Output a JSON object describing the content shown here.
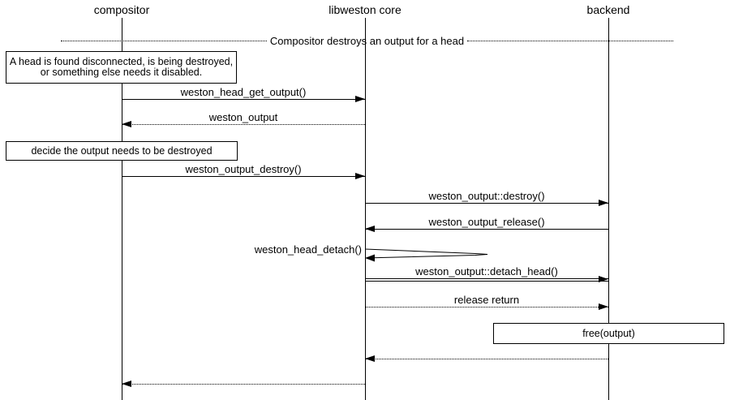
{
  "diagram": {
    "divider_title": "Compositor destroys an output for a head",
    "actors": [
      {
        "name": "compositor"
      },
      {
        "name": "libweston core"
      },
      {
        "name": "backend"
      }
    ],
    "notes": [
      {
        "text": "A head is found disconnected, is being destroyed, or something else needs it disabled."
      },
      {
        "text": "decide the output needs to be destroyed"
      },
      {
        "text": "free(output)"
      }
    ],
    "messages": [
      {
        "label": "weston_head_get_output()",
        "from": "compositor",
        "to": "libweston core",
        "line": "solid"
      },
      {
        "label": "weston_output",
        "from": "libweston core",
        "to": "compositor",
        "line": "dotted"
      },
      {
        "label": "weston_output_destroy()",
        "from": "compositor",
        "to": "libweston core",
        "line": "solid"
      },
      {
        "label": "weston_output::destroy()",
        "from": "libweston core",
        "to": "backend",
        "line": "solid"
      },
      {
        "label": "weston_output_release()",
        "from": "backend",
        "to": "libweston core",
        "line": "solid"
      },
      {
        "label": "weston_head_detach()",
        "from": "libweston core",
        "to": "libweston core",
        "line": "self"
      },
      {
        "label": "weston_output::detach_head()",
        "from": "libweston core",
        "to": "backend",
        "line": "double"
      },
      {
        "label": "release return",
        "from": "libweston core",
        "to": "backend",
        "line": "dotted"
      },
      {
        "label": "",
        "from": "backend",
        "to": "libweston core",
        "line": "dotted"
      },
      {
        "label": "",
        "from": "libweston core",
        "to": "compositor",
        "line": "dotted"
      }
    ],
    "colors": {
      "line": "#000000",
      "background": "#ffffff",
      "text": "#000000"
    }
  }
}
